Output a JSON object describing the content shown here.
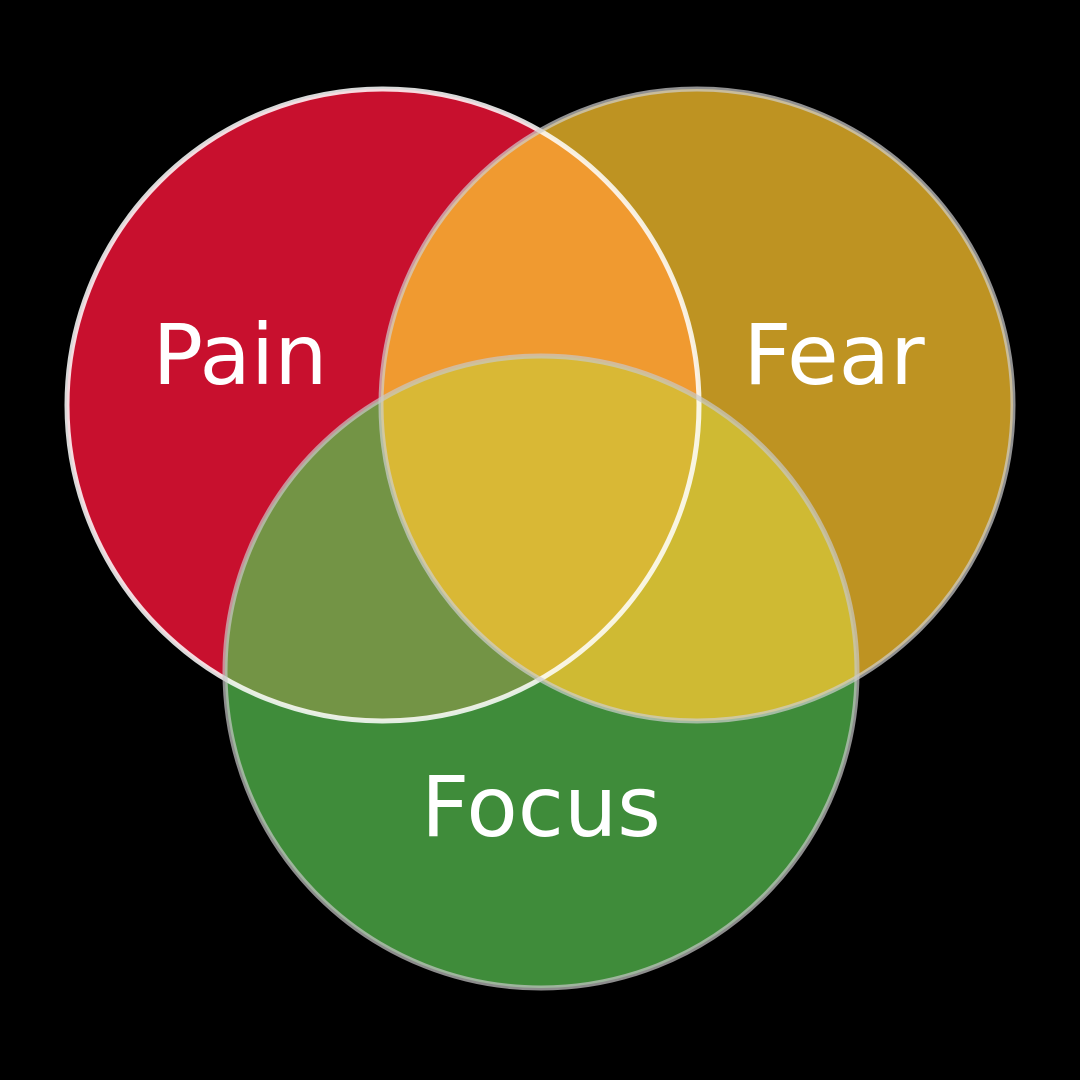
{
  "diagram": {
    "type": "venn",
    "sets": [
      {
        "label": "Pain",
        "color": "#C8102E",
        "stroke": "#FFFFFF"
      },
      {
        "label": "Fear",
        "color": "#BE9322",
        "stroke": "#CFCFCF"
      },
      {
        "label": "Focus",
        "color": "#3F8C3A",
        "stroke": "#C8C8C8"
      }
    ],
    "overlap_colors": {
      "pain_fear": "#F09A30",
      "pain_focus": "#739445",
      "fear_focus": "#CFBA33",
      "all": "#D9B835"
    }
  }
}
